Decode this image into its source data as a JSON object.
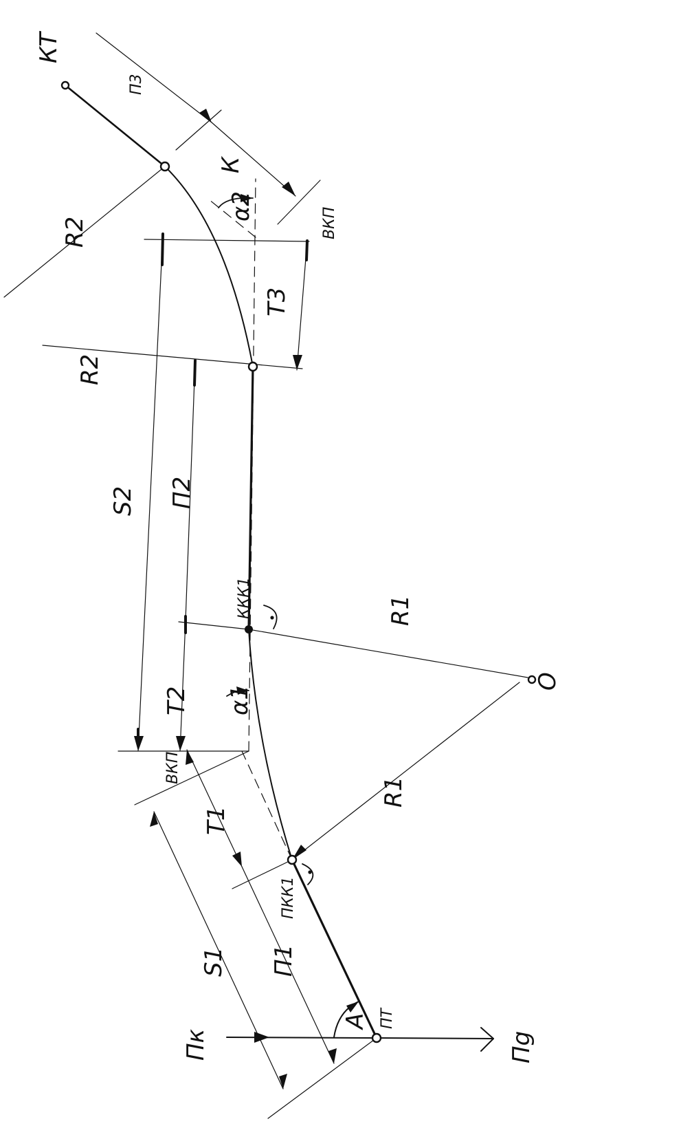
{
  "labels": {
    "kt": "КТ",
    "r2_top": "R2",
    "r2_mid": "R2",
    "n3": "П3",
    "k_top": "К",
    "alpha2": "α2",
    "bkp_top": "ВКП",
    "t3": "Т3",
    "s2": "S2",
    "n2": "П2",
    "kkk1": "ККК1",
    "r1_upper": "R1",
    "o": "О",
    "t2": "Т2",
    "alpha1": "α1",
    "bkp_bottom": "ВКП",
    "t1": "Т1",
    "r1_lower": "R1",
    "pkk1": "ПКК1",
    "s1": "S1",
    "n1": "П1",
    "a": "А",
    "pt": "ПТ",
    "pk": "Пк",
    "pg": "Пg"
  }
}
